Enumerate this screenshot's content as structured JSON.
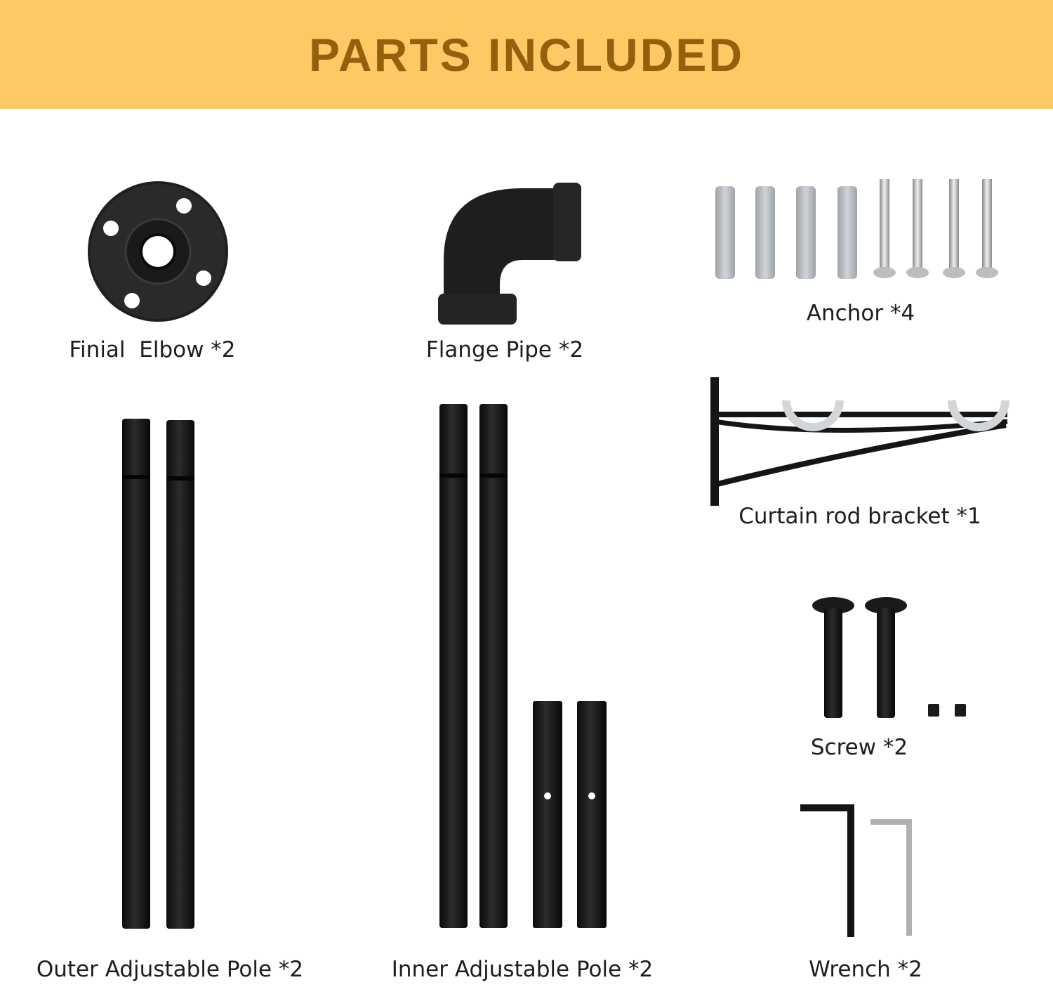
{
  "header": {
    "title": "PARTS INCLUDED"
  },
  "colors": {
    "banner": "#fec965",
    "title": "#93600c",
    "metal": "#1a1a1a",
    "plastic": "#b5b9bd",
    "silver": "#c9c9c9"
  },
  "parts": [
    {
      "label": "Finial  Elbow *2"
    },
    {
      "label": "Flange Pipe *2"
    },
    {
      "label": "Anchor *4"
    },
    {
      "label": "Curtain rod bracket *1"
    },
    {
      "label": "Outer Adjustable Pole *2"
    },
    {
      "label": "Inner Adjustable Pole *2"
    },
    {
      "label": "Screw *2"
    },
    {
      "label": "Wrench *2"
    }
  ]
}
